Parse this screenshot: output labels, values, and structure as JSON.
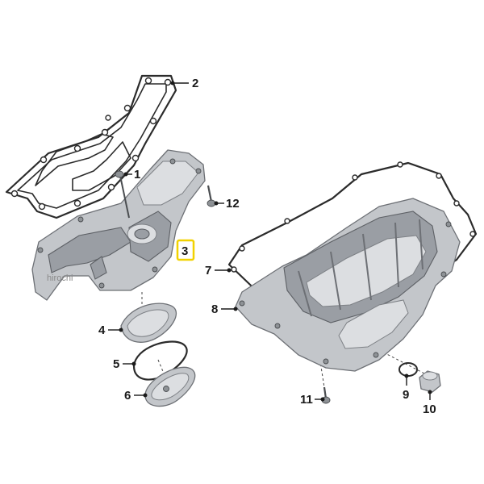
{
  "watermark": "hirochi",
  "highlight_color": "#f2d200",
  "callouts": [
    {
      "id": "1",
      "label": "1"
    },
    {
      "id": "2",
      "label": "2"
    },
    {
      "id": "3",
      "label": "3",
      "highlighted": true
    },
    {
      "id": "4",
      "label": "4"
    },
    {
      "id": "5",
      "label": "5"
    },
    {
      "id": "6",
      "label": "6"
    },
    {
      "id": "7",
      "label": "7"
    },
    {
      "id": "8",
      "label": "8"
    },
    {
      "id": "9",
      "label": "9"
    },
    {
      "id": "10",
      "label": "10"
    },
    {
      "id": "11",
      "label": "11"
    },
    {
      "id": "12",
      "label": "12"
    }
  ]
}
